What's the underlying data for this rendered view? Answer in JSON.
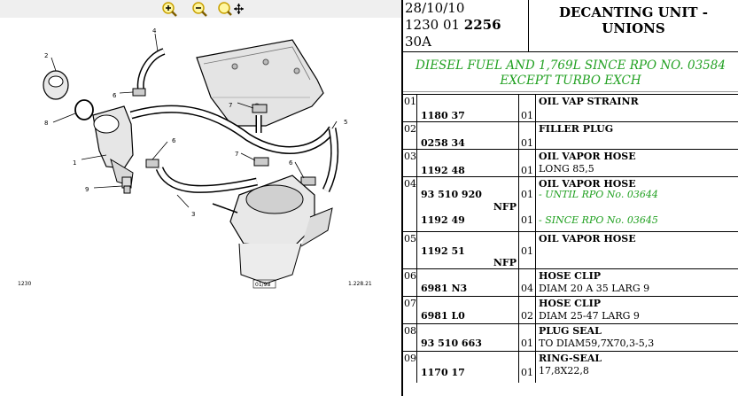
{
  "toolbar": {
    "zoom_in": "zoom-in-icon",
    "zoom_out": "zoom-out-icon",
    "pan": "pan-icon"
  },
  "diagram": {
    "callouts": [
      "1",
      "2",
      "3",
      "4",
      "5",
      "6",
      "6",
      "6",
      "7",
      "7",
      "8",
      "9"
    ],
    "footer_left": "1230",
    "footer_mid": "01/98",
    "footer_right": "1.228.21"
  },
  "header": {
    "date": "28/10/10",
    "code_prefix": "1230 01 ",
    "code_bold": "2256",
    "sub": "30A",
    "title_line1": "DECANTING UNIT -",
    "title_line2": "UNIONS"
  },
  "spec": {
    "line1": "DIESEL FUEL AND 1,769L SINCE RPO NO. 03584",
    "line2": "EXCEPT TURBO EXCH"
  },
  "parts": [
    {
      "num": "01",
      "ref": "1180 37",
      "qty": "01",
      "name": "OIL VAP STRAINR",
      "sub": ""
    },
    {
      "num": "02",
      "ref": "0258 34",
      "qty": "01",
      "name": "FILLER PLUG",
      "sub": ""
    },
    {
      "num": "03",
      "ref": "1192 48",
      "qty": "01",
      "name": "OIL VAPOR HOSE",
      "sub": "LONG 85,5"
    },
    {
      "num": "04",
      "ref": "93 510 920",
      "nfp": "NFP",
      "qty": "01",
      "name": "OIL VAPOR HOSE",
      "sub": "- UNTIL RPO No. 03644",
      "ref2": "1192 49",
      "qty2": "01",
      "sub2": "- SINCE RPO No. 03645"
    },
    {
      "num": "05",
      "ref": "1192 51",
      "nfp": "NFP",
      "qty": "01",
      "name": "OIL VAPOR HOSE",
      "sub": ""
    },
    {
      "num": "06",
      "ref": "6981 N3",
      "qty": "04",
      "name": "HOSE CLIP",
      "sub": "DIAM 20 A 35 LARG 9"
    },
    {
      "num": "07",
      "ref": "6981 L0",
      "qty": "02",
      "name": "HOSE CLIP",
      "sub": "DIAM 25-47 LARG 9"
    },
    {
      "num": "08",
      "ref": "93 510 663",
      "qty": "01",
      "name": "PLUG SEAL",
      "sub": "TO DIAM59,7X70,3-5,3"
    },
    {
      "num": "09",
      "ref": "1170 17",
      "qty": "01",
      "name": "RING-SEAL",
      "sub": "17,8X22,8"
    }
  ]
}
